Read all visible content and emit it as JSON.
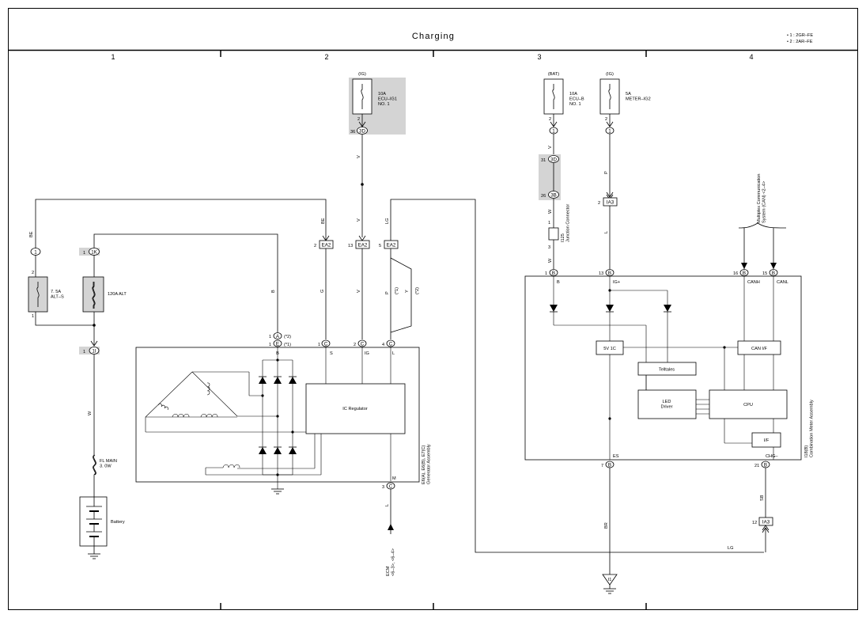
{
  "title": "Charging",
  "notes": [
    "• 1 : 2GR–FE",
    "• 2 : 2AR–FE"
  ],
  "columns": [
    "1",
    "2",
    "3",
    "4"
  ],
  "fuses": {
    "ecu_ig1": {
      "source": "(IG)",
      "name": "10A\nECU–IG1\nNO. 1",
      "pin": "2",
      "conn_pin": "36",
      "conn": "3D"
    },
    "ecu_b": {
      "source": "(BAT)",
      "name": "10A\nECU–B\nNO. 1",
      "pin": "2",
      "conn": "1"
    },
    "meter_ig2": {
      "source": "(IG)",
      "name": "5A\nMETER–IG2",
      "pin": "2",
      "conn": "1"
    },
    "alt_s": {
      "name": "7. 5A\nALT–S",
      "pin_top": "2",
      "pin_bottom": "1",
      "conn": "1"
    },
    "alt_120": {
      "name": "120A ALT",
      "pin_left": "1",
      "conn": "1K"
    },
    "fl_main": {
      "name": "FL MAIN\n3. 0W"
    }
  },
  "wire_colors": {
    "be1": "BE",
    "be2": "BE",
    "v_ecu": "V",
    "v2": "V",
    "lg": "LG",
    "b": "B",
    "g": "G",
    "v3": "V",
    "p": "P",
    "y": "Y",
    "w_main": "W",
    "l_ecm": "L",
    "v_jc": "V",
    "w_jc": "W",
    "w_jc2": "W",
    "p_meter": "P",
    "l_meter": "L",
    "br": "BR",
    "sb": "SB",
    "lg_bottom": "LG"
  },
  "connectors": {
    "ea2_a": {
      "pin": "2",
      "label": "EA2"
    },
    "ea2_b": {
      "pin": "13",
      "label": "EA2"
    },
    "ea2_c": {
      "pin": "5",
      "label": "EA2"
    },
    "ia3_top": {
      "pin": "2",
      "label": "IA3"
    },
    "ia3_bottom": {
      "pin": "12",
      "label": "IA3"
    },
    "jc_31": {
      "pin": "31",
      "label": "3D"
    },
    "jc_26": {
      "pin": "26",
      "label": "3B"
    },
    "jc_1": {
      "pin": "1"
    },
    "jc_3": {
      "pin": "3"
    },
    "gen_b1": {
      "pin": "1",
      "label": "A",
      "note": "(*2)"
    },
    "gen_b2": {
      "pin": "1",
      "label": "E",
      "note": "(*1)"
    },
    "gen_s": {
      "pin": "1",
      "label": "C"
    },
    "gen_ig": {
      "pin": "2",
      "label": "C"
    },
    "gen_l": {
      "pin": "4",
      "label": "C"
    },
    "gen_m": {
      "pin": "3",
      "label": "C"
    },
    "alt_1i": {
      "pin": "1",
      "label": "1I"
    },
    "meter_b": {
      "pin": "1",
      "label": "B"
    },
    "meter_ig": {
      "pin": "13",
      "label": "B"
    },
    "meter_canh": {
      "pin": "16",
      "label": "B"
    },
    "meter_canl": {
      "pin": "15",
      "label": "B"
    },
    "meter_es": {
      "pin": "7",
      "label": "B"
    },
    "meter_chg": {
      "pin": "21",
      "label": "B"
    }
  },
  "notes_ref": {
    "star1": "(*1)",
    "star2": "(*2)"
  },
  "generator": {
    "title": "E6(A), E6(B), E7(C)\nGenerator Assembly",
    "pins": {
      "b": "B",
      "s": "S",
      "ig": "IG",
      "l": "L",
      "m": "M"
    },
    "ic_regulator": "IC Regulator"
  },
  "meter": {
    "title": "I18(B)\nCombination Meter Assembly",
    "pins": {
      "b": "B",
      "ig": "IG+",
      "canh": "CANH",
      "canl": "CANL",
      "es": "ES",
      "chg": "CHG–"
    },
    "blocks": {
      "vic": "5V 1C",
      "can": "CAN I/F",
      "telltales": "Telltales",
      "led": "LED\nDriver",
      "cpu": "CPU",
      "if": "I/F"
    }
  },
  "junction_connector": {
    "code": "I125",
    "name": "Junction Connector"
  },
  "battery": "Battery",
  "ecm": "ECM\n<6–3>, <6–4>",
  "multiplex": "Multiplex Communication\nSystem (CAN) <2–4>",
  "grounds": {
    "meter": "I1"
  }
}
